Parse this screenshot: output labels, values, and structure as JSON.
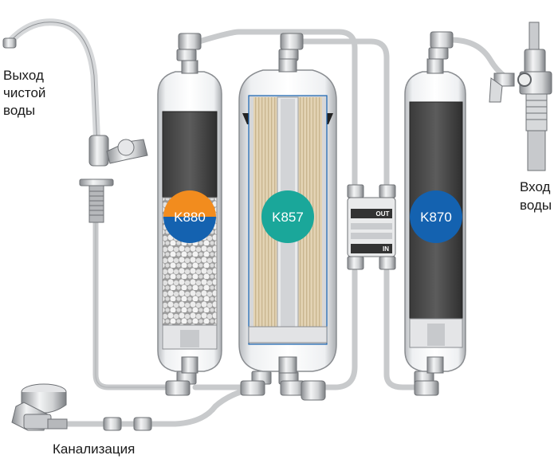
{
  "labels": {
    "outlet_line1": "Выход",
    "outlet_line2": "чистой",
    "outlet_line3": "воды",
    "inlet_line1": "Вход",
    "inlet_line2": "воды",
    "drain": "Канализация"
  },
  "filters": [
    {
      "code": "K880",
      "badge_colors": [
        "#f28c1e",
        "#1462b0"
      ]
    },
    {
      "code": "K857",
      "badge_colors": [
        "#1aa79a"
      ]
    },
    {
      "code": "K870",
      "badge_colors": [
        "#1462b0"
      ]
    }
  ],
  "valve": {
    "out_label": "OUT",
    "in_label": "IN"
  }
}
